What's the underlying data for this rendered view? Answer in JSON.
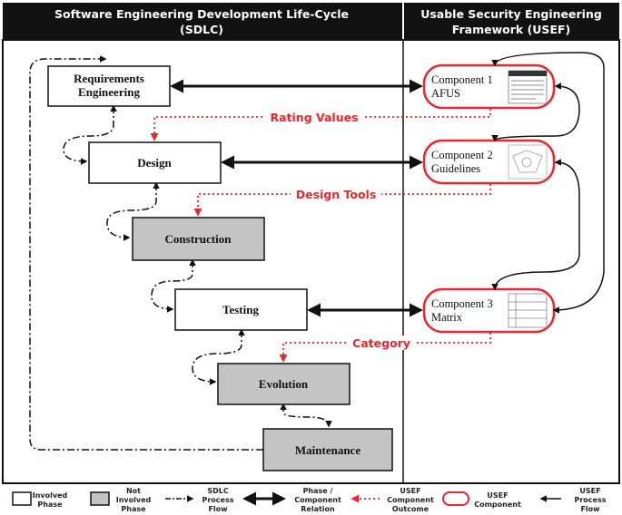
{
  "header": {
    "left_title_1": "Software Engineering Development Life-Cycle",
    "left_title_2": "(SDLC)",
    "right_title_1": "Usable Security Engineering",
    "right_title_2": "Framework (USEF)"
  },
  "phases": {
    "requirements_1": "Requirements",
    "requirements_2": "Engineering",
    "design": "Design",
    "construction": "Construction",
    "testing": "Testing",
    "evolution": "Evolution",
    "maintenance": "Maintenance"
  },
  "components": {
    "c1_title": "Component 1",
    "c1_name": "AFUS",
    "c2_title": "Component 2",
    "c2_name": "Guidelines",
    "c3_title": "Component 3",
    "c3_name": "Matrix"
  },
  "outcomes": {
    "rating": "Rating Values",
    "design_tools": "Design Tools",
    "category": "Category"
  },
  "legend": {
    "involved_1": "Involved",
    "involved_2": "Phase",
    "not_involved_1": "Not",
    "not_involved_2": "Involved",
    "not_involved_3": "Phase",
    "sdlc_flow_1": "SDLC",
    "sdlc_flow_2": "Process",
    "sdlc_flow_3": "Flow",
    "relation_1": "Phase /",
    "relation_2": "Component",
    "relation_3": "Relation",
    "usef_outcome_1": "USEF",
    "usef_outcome_2": "Component",
    "usef_outcome_3": "Outcome",
    "usef_component_1": "USEF",
    "usef_component_2": "Component",
    "usef_flow_1": "USEF",
    "usef_flow_2": "Process",
    "usef_flow_3": "Flow"
  },
  "colors": {
    "header_bg": "#111111",
    "involved_fill": "#ffffff",
    "not_involved_fill": "#c4c4c4",
    "outcome_red": "#e8272f",
    "component_border": "#e8272f"
  }
}
